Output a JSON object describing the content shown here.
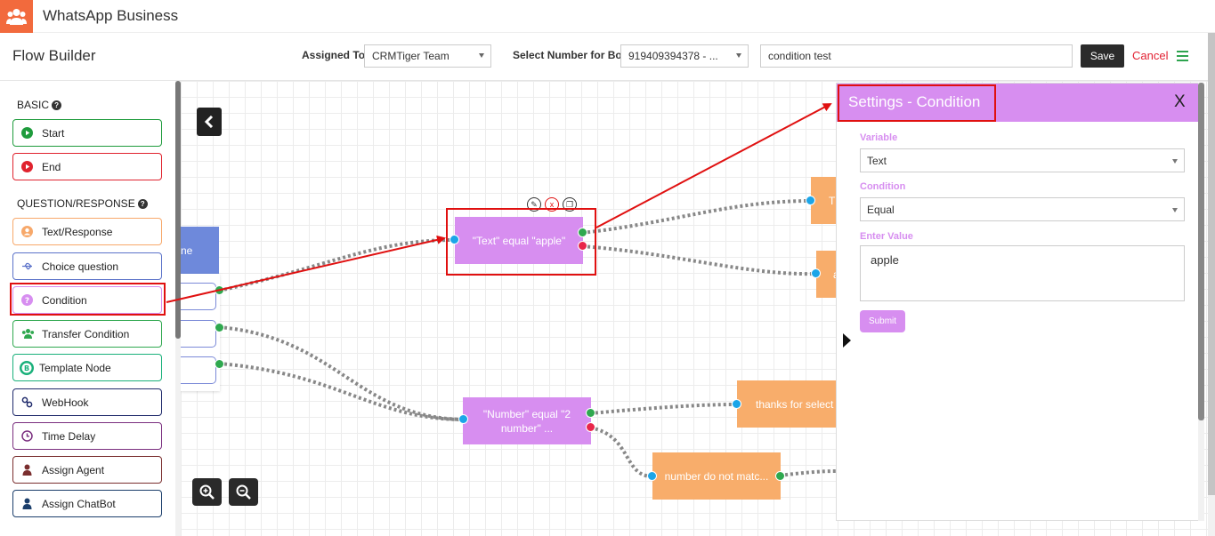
{
  "app": {
    "title": "WhatsApp Business"
  },
  "toolbar": {
    "page_title": "Flow Builder",
    "assigned_to_label": "Assigned To",
    "assigned_to_value": "CRMTiger Team",
    "bot_number_label": "Select Number for Bot",
    "bot_number_value": "919409394378 - ...",
    "flow_name_value": "condition test",
    "save_label": "Save",
    "cancel_label": "Cancel"
  },
  "sidebar": {
    "basic_heading": "BASIC",
    "qr_heading": "QUESTION/RESPONSE",
    "help_glyph": "?",
    "basic_items": [
      {
        "label": "Start",
        "icon": "play-circle-icon",
        "color": "#1e9b3c"
      },
      {
        "label": "End",
        "icon": "stop-circle-icon",
        "color": "#e0232e"
      }
    ],
    "qr_items": [
      {
        "label": "Text/Response",
        "icon": "user-circle-icon",
        "color": "#f7a86a"
      },
      {
        "label": "Choice question",
        "icon": "usb-icon",
        "color": "#5b72c9"
      },
      {
        "label": "Condition",
        "icon": "question-circle-icon",
        "color": "#d78ef0"
      },
      {
        "label": "Transfer Condition",
        "icon": "users-icon",
        "color": "#2fa84f"
      },
      {
        "label": "Template Node",
        "icon": "whatsapp-business-icon",
        "color": "#19b07a"
      },
      {
        "label": "WebHook",
        "icon": "link-icon",
        "color": "#1f2a6b"
      },
      {
        "label": "Time Delay",
        "icon": "clock-icon",
        "color": "#7a2e7f"
      },
      {
        "label": "Assign Agent",
        "icon": "user-icon",
        "color": "#7a2e2e"
      },
      {
        "label": "Assign ChatBot",
        "icon": "user-icon",
        "color": "#1b3e6b"
      }
    ]
  },
  "canvas": {
    "nodes": {
      "choice_partial": "ne",
      "condition_text": "\"Text\" equal \"apple\"",
      "condition_number": "\"Number\" equal \"2 number\" ...",
      "msg_thanks": "thanks for select",
      "msg_nomatch": "number do not matc...",
      "msg_top_partial": "Th",
      "msg_mid_partial": "a"
    },
    "node_tools": {
      "edit": "✎",
      "delete": "x",
      "copy": "❐"
    }
  },
  "settings": {
    "title": "Settings - Condition",
    "close_label": "X",
    "variable_label": "Variable",
    "variable_value": "Text",
    "condition_label": "Condition",
    "condition_value": "Equal",
    "value_label": "Enter Value",
    "value_value": "apple",
    "submit_label": "Submit"
  },
  "colors": {
    "brand": "#f26a3d",
    "condition": "#d78ef0",
    "message": "#f8ad6b",
    "highlight": "#e01010"
  }
}
